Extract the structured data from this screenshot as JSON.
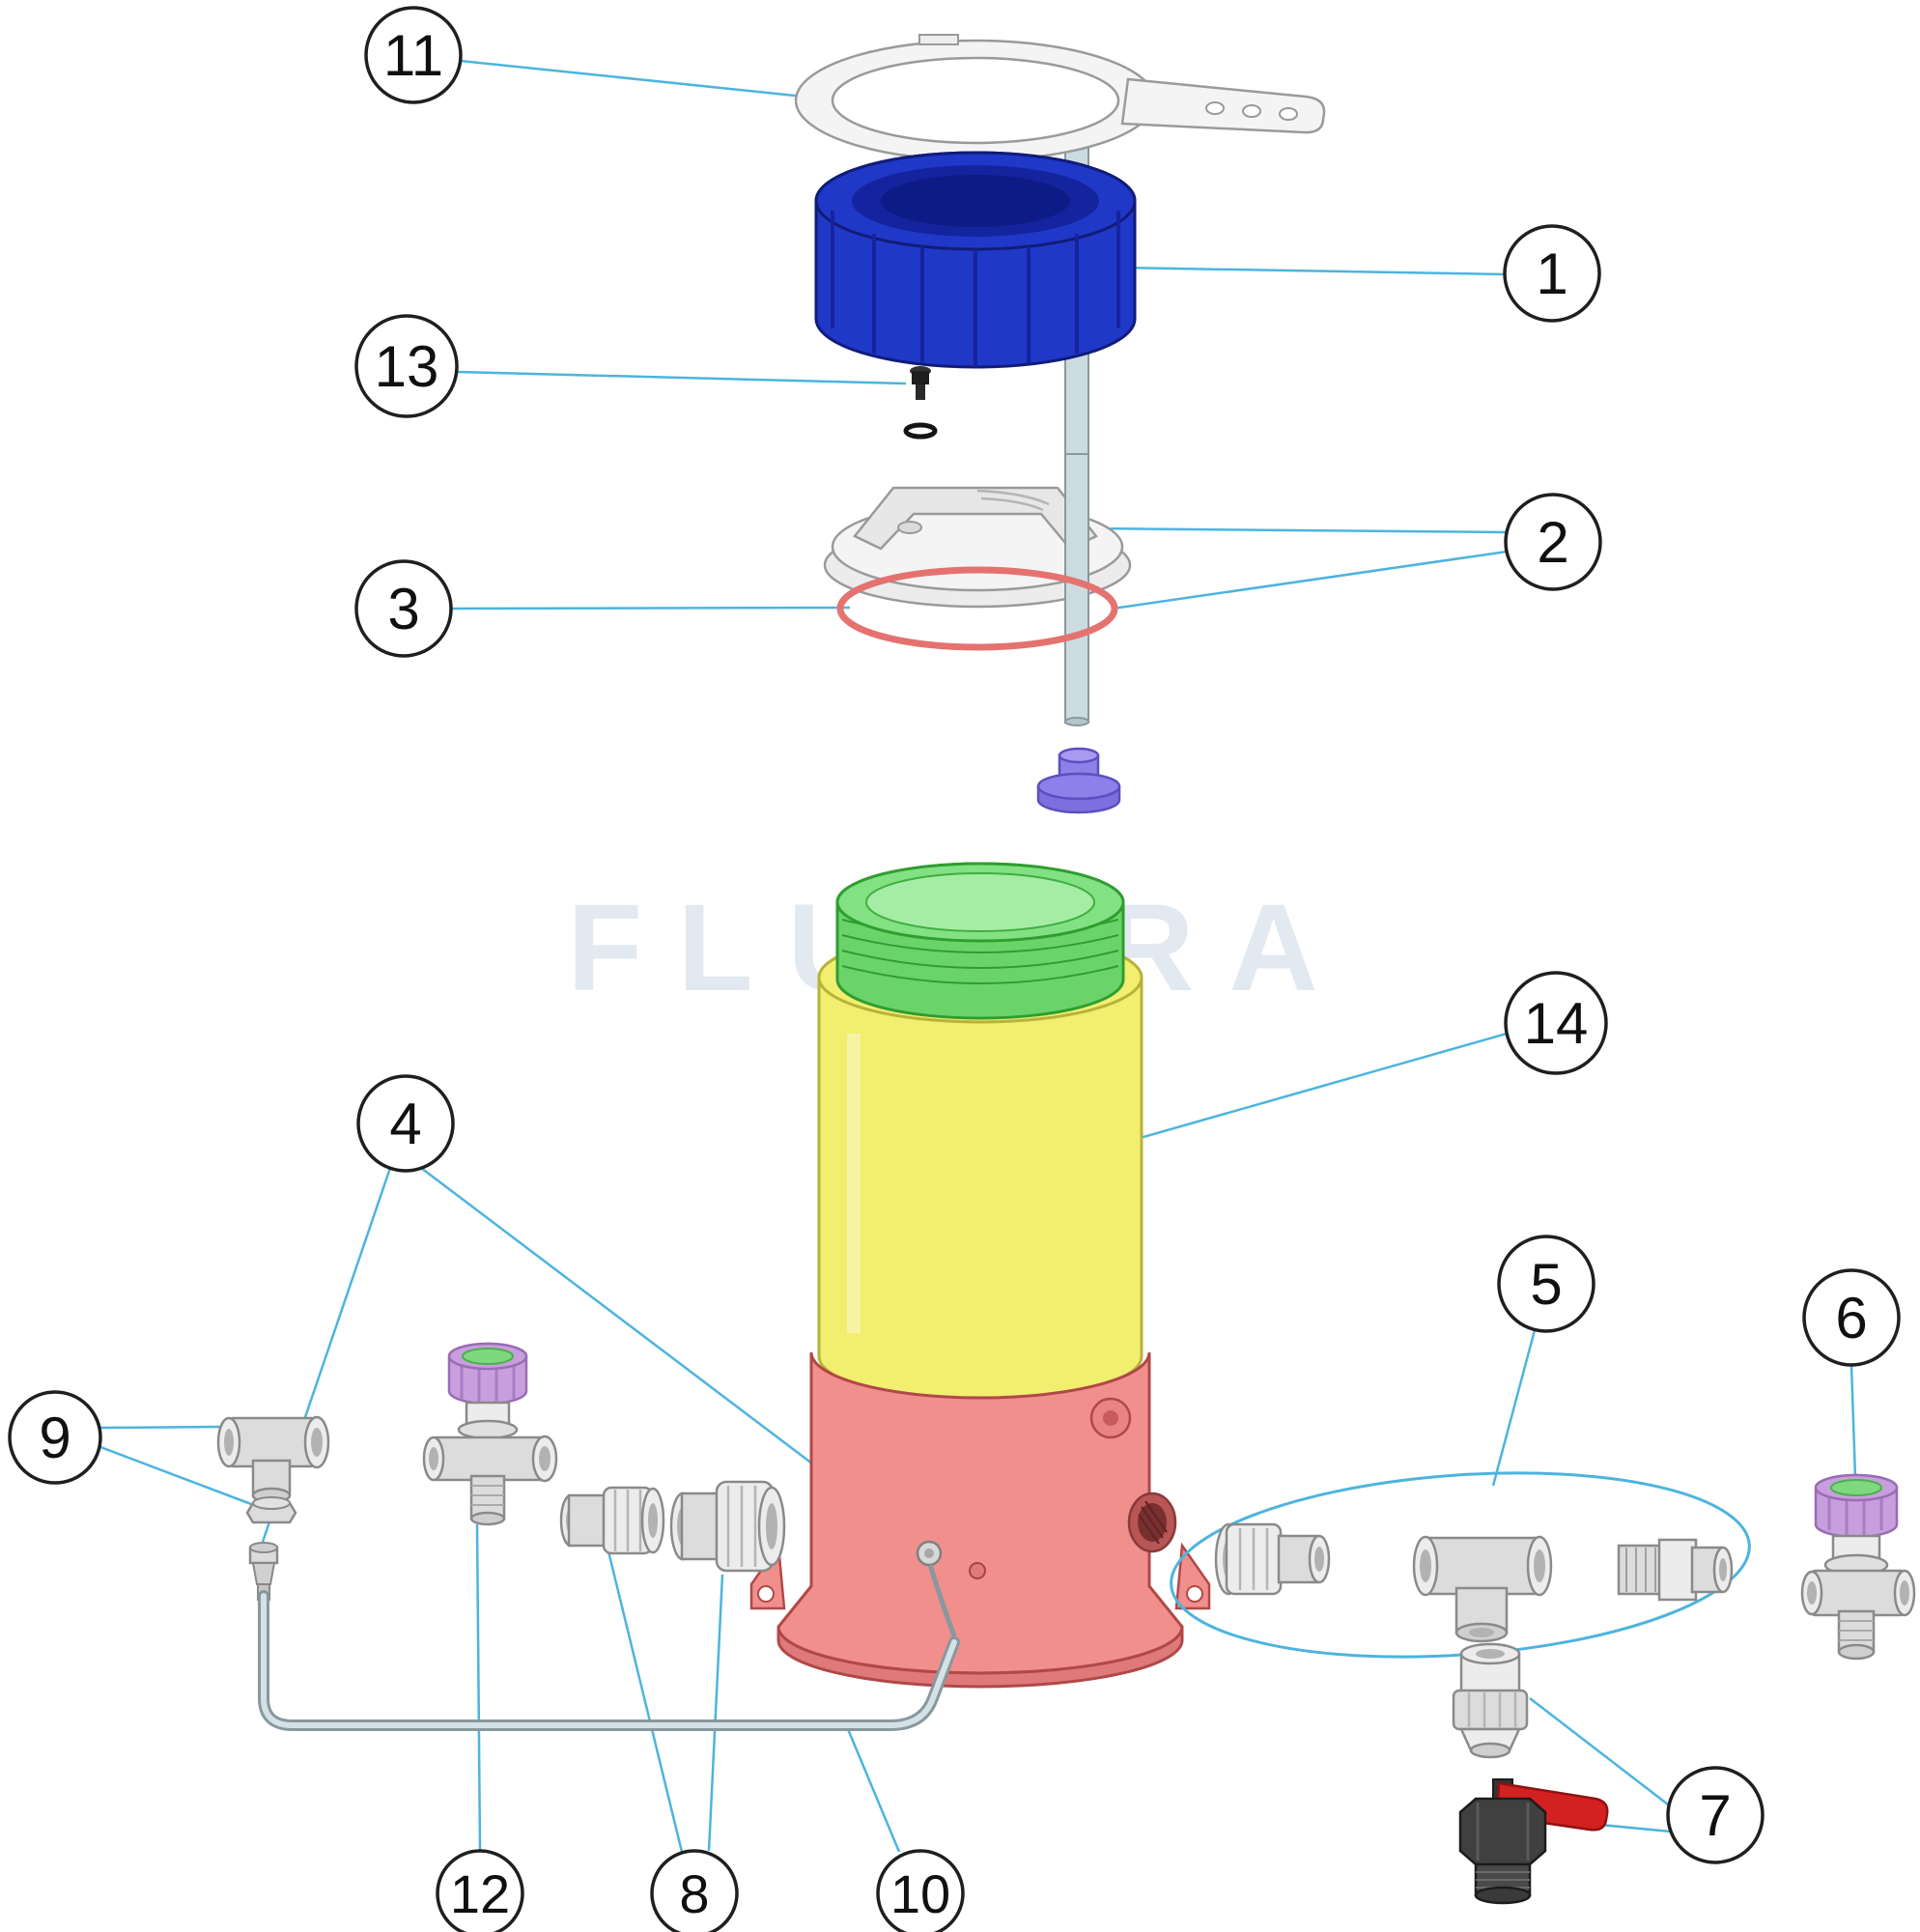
{
  "diagram": {
    "watermark": "FLUIDRA",
    "callouts": {
      "c1": "1",
      "c2": "2",
      "c3": "3",
      "c4": "4",
      "c5": "5",
      "c6": "6",
      "c7": "7",
      "c8": "8",
      "c9": "9",
      "c10": "10",
      "c11": "11",
      "c12": "12",
      "c13": "13",
      "c14": "14"
    },
    "colors": {
      "leader": "#4db4de",
      "callout_stroke": "#1f1f1f",
      "blue_cap": "#2038c8",
      "blue_cap_inner": "#14249e",
      "oring_red": "#e4736f",
      "tube_gray": "#ccdbe0",
      "grommet_purple": "#8f7fe8",
      "thread_green": "#6ad46a",
      "body_yellow": "#f1ee70",
      "body_red": "#f18f8c",
      "fitting_gray": "#dcdcdc",
      "cap_purple": "#c79fdc",
      "cap_green": "#7ed87e",
      "handle_red": "#d32121",
      "valve_body": "#404040",
      "watermark": "#ccd8e4"
    }
  }
}
